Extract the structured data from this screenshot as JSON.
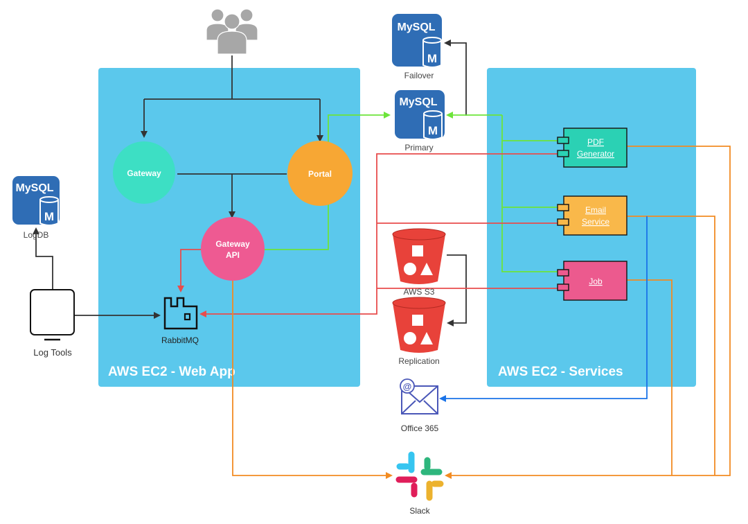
{
  "groups": {
    "webapp": {
      "title": "AWS EC2 - Web App"
    },
    "services": {
      "title": "AWS EC2 - Services"
    }
  },
  "nodes": {
    "gateway": {
      "label": "Gateway"
    },
    "portal": {
      "label": "Portal"
    },
    "gateway_api": {
      "line1": "Gateway",
      "line2": "API"
    },
    "rabbitmq": {
      "label": "RabbitMQ"
    },
    "mysql_failover": {
      "brand": "MySQL",
      "badge": "M",
      "label": "Failover"
    },
    "mysql_primary": {
      "brand": "MySQL",
      "badge": "M",
      "label": "Primary"
    },
    "mysql_logdb": {
      "brand": "MySQL",
      "badge": "M",
      "label": "LogDB"
    },
    "s3_primary": {
      "label": "AWS S3"
    },
    "s3_replication": {
      "label": "Replication"
    },
    "log_tools": {
      "label": "Log Tools"
    },
    "office365": {
      "label": "Office 365"
    },
    "slack": {
      "label": "Slack"
    },
    "pdf_generator": {
      "line1": "PDF",
      "line2": "Generator"
    },
    "email_service": {
      "line1": "Email",
      "line2": "Service"
    },
    "job": {
      "label": "Job"
    }
  },
  "colors": {
    "ec2_fill": "#5bc8ec",
    "gateway": "#3ddfc4",
    "portal": "#f7a734",
    "gateway_api": "#ee5a92",
    "mysql": "#2f6db5",
    "s3": "#e8423a",
    "green_line": "#6de43a",
    "red_line": "#e84c4c",
    "orange_line": "#f28b22",
    "blue_line": "#1a73e8",
    "dark_line": "#333333"
  }
}
